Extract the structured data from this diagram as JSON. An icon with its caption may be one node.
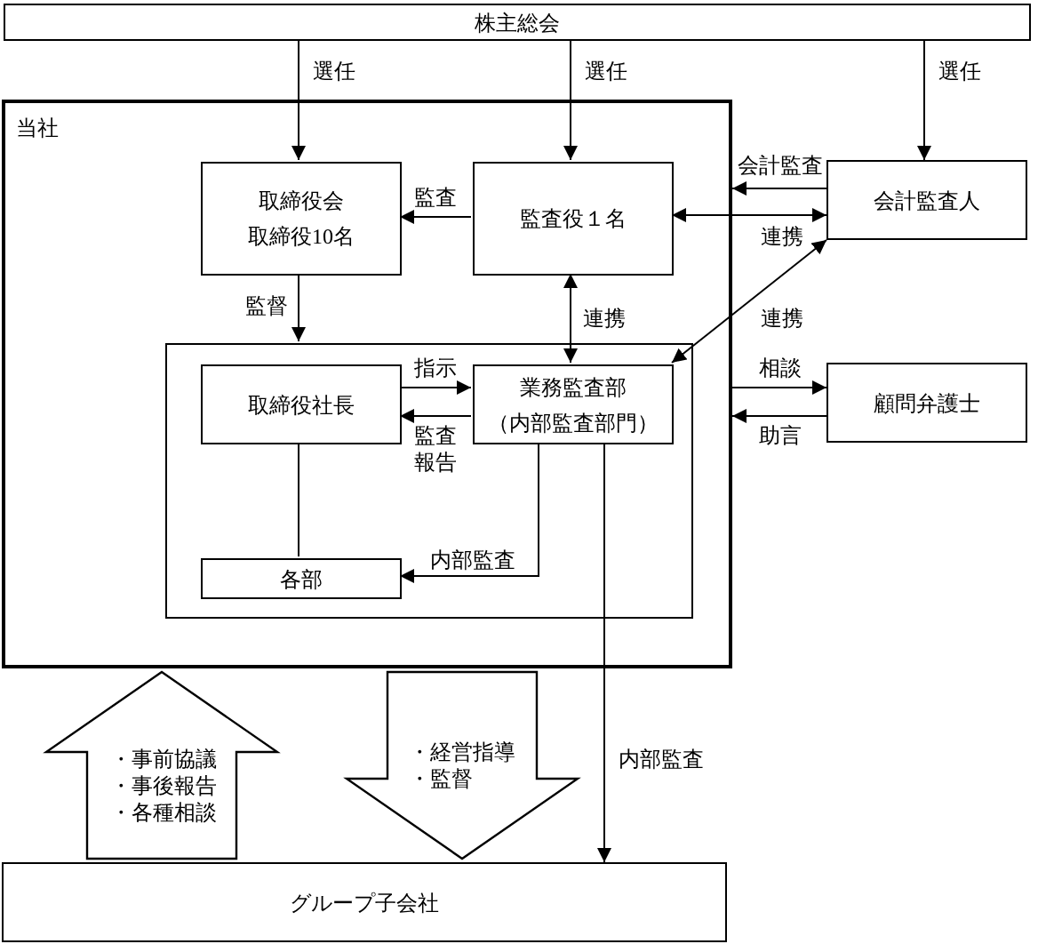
{
  "diagram": {
    "nodes": [
      {
        "text": [
          "株主総会"
        ]
      },
      {
        "text": [
          "当社"
        ]
      },
      {
        "text": [
          "取締役会",
          "取締役10名"
        ],
        "in": 1
      },
      {
        "text": [
          "監査役１名"
        ],
        "in": 1
      },
      {
        "text": [],
        "shape": "box",
        "in": 1
      },
      {
        "text": [
          "取締役社長"
        ],
        "in": 4
      },
      {
        "text": [
          "業務監査部（内部監査部門）"
        ],
        "in": 4
      },
      {
        "text": [
          "各部"
        ],
        "in": 4
      },
      {
        "text": [
          "会計監査人"
        ]
      },
      {
        "text": [
          "顧問弁護士"
        ]
      },
      {
        "text": [
          "グループ子会社"
        ]
      }
    ],
    "edges": [
      {
        "from": 0,
        "to": 2,
        "arrow": "to",
        "label": "選任"
      },
      {
        "from": 0,
        "to": 3,
        "arrow": "to",
        "label": "選任"
      },
      {
        "from": 0,
        "to": 8,
        "arrow": "to",
        "label": "選任"
      },
      {
        "from": 3,
        "to": 2,
        "arrow": "to",
        "label": "監査"
      },
      {
        "from": 8,
        "to": 1,
        "arrow": "to",
        "label": "会計監査"
      },
      {
        "from": 8,
        "to": 3,
        "arrow": "both",
        "label": "連携"
      },
      {
        "from": 2,
        "to": 4,
        "arrow": "to",
        "label": "監督"
      },
      {
        "from": 3,
        "to": 6,
        "arrow": "both",
        "label": "連携"
      },
      {
        "from": 8,
        "to": 6,
        "arrow": "both",
        "label": "連携"
      },
      {
        "from": 1,
        "to": 9,
        "arrow": "to",
        "label": "相談"
      },
      {
        "from": 9,
        "to": 1,
        "arrow": "to",
        "label": "助言"
      },
      {
        "from": 5,
        "to": 6,
        "arrow": "to",
        "label": "指示"
      },
      {
        "from": 6,
        "to": 5,
        "arrow": "to",
        "label": "監査報告"
      },
      {
        "from": 5,
        "to": 7,
        "arrow": "none"
      },
      {
        "from": 6,
        "to": 7,
        "arrow": "to",
        "label": "内部監査"
      },
      {
        "from": 6,
        "to": 10,
        "arrow": "to",
        "label": "内部監査"
      },
      {
        "from": 1,
        "to": 10,
        "arrow": "to",
        "style": "thick",
        "label": "・経営指導・監督"
      },
      {
        "from": 10,
        "to": 1,
        "arrow": "to",
        "style": "thick",
        "label": "・事前協議・事後報告・各種相談"
      }
    ]
  }
}
